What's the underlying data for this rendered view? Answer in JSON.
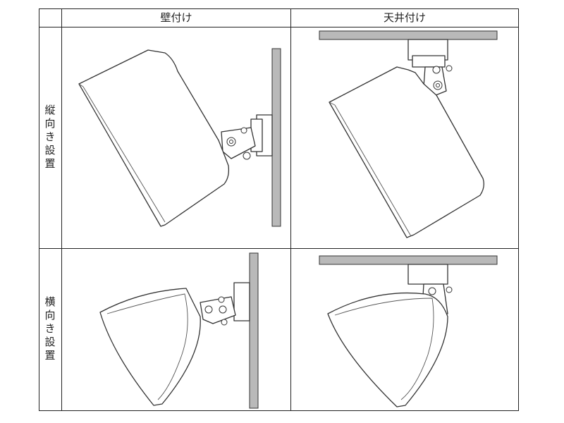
{
  "columns": {
    "wall": "壁付け",
    "ceiling": "天井付け"
  },
  "rows": {
    "portrait": "縦向き設置",
    "landscape": "横向き設置"
  }
}
